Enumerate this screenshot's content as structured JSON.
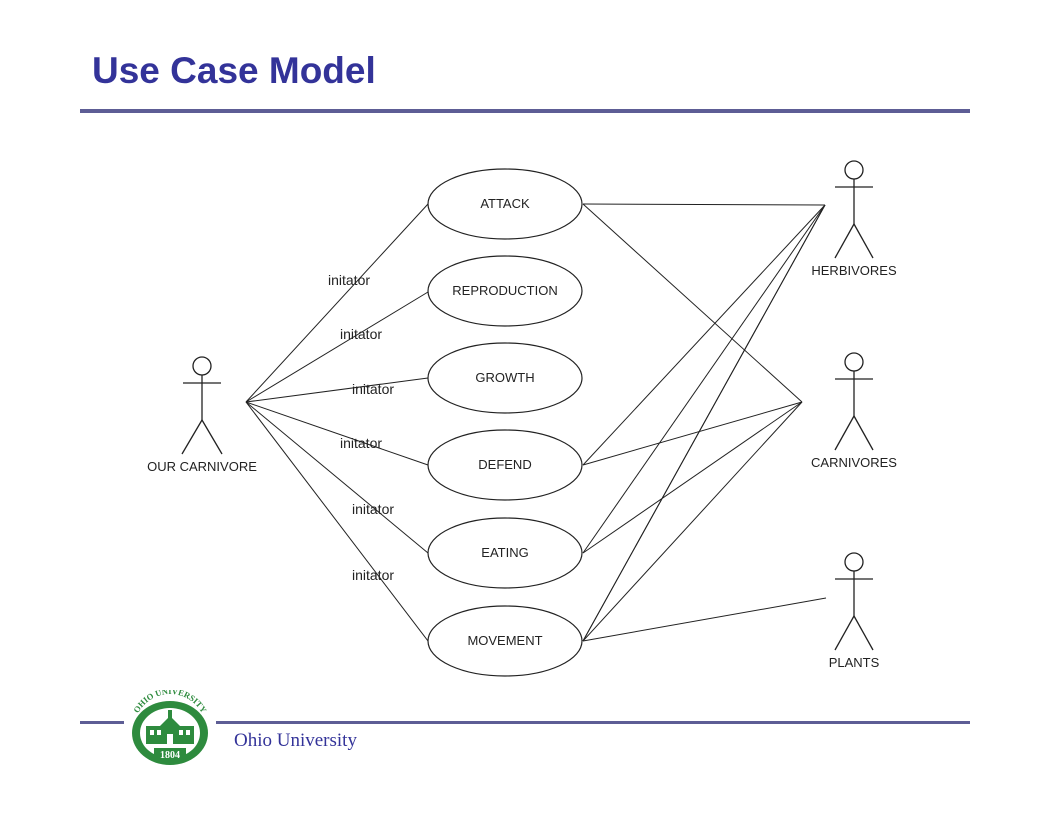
{
  "slide": {
    "title": "Use Case Model",
    "footer_text": "Ohio University"
  },
  "logo": {
    "arc_text": "OHIO UNIVERSITY",
    "year": "1804",
    "color": "#2e8b3e"
  },
  "colors": {
    "title": "#333399",
    "rule": "#5d5d95",
    "line": "#222222"
  },
  "diagram": {
    "use_cases": [
      {
        "id": "attack",
        "label": "ATTACK"
      },
      {
        "id": "reproduction",
        "label": "REPRODUCTION"
      },
      {
        "id": "growth",
        "label": "GROWTH"
      },
      {
        "id": "defend",
        "label": "DEFEND"
      },
      {
        "id": "eating",
        "label": "EATING"
      },
      {
        "id": "movement",
        "label": "MOVEMENT"
      }
    ],
    "actors": [
      {
        "id": "our-carnivore",
        "label": "OUR CARNIVORE"
      },
      {
        "id": "herbivores",
        "label": "HERBIVORES"
      },
      {
        "id": "carnivores",
        "label": "CARNIVORES"
      },
      {
        "id": "plants",
        "label": "PLANTS"
      }
    ],
    "association_label": "initator",
    "initiator_labels": [
      "initator",
      "initator",
      "initator",
      "initator",
      "initator",
      "initator"
    ],
    "associations": [
      {
        "from": "our-carnivore",
        "to": "attack",
        "labeled": true
      },
      {
        "from": "our-carnivore",
        "to": "reproduction",
        "labeled": true
      },
      {
        "from": "our-carnivore",
        "to": "growth",
        "labeled": true
      },
      {
        "from": "our-carnivore",
        "to": "defend",
        "labeled": true
      },
      {
        "from": "our-carnivore",
        "to": "eating",
        "labeled": true
      },
      {
        "from": "our-carnivore",
        "to": "movement",
        "labeled": true
      },
      {
        "from": "attack",
        "to": "herbivores"
      },
      {
        "from": "attack",
        "to": "carnivores"
      },
      {
        "from": "defend",
        "to": "herbivores"
      },
      {
        "from": "defend",
        "to": "carnivores"
      },
      {
        "from": "eating",
        "to": "herbivores"
      },
      {
        "from": "eating",
        "to": "carnivores"
      },
      {
        "from": "movement",
        "to": "herbivores"
      },
      {
        "from": "movement",
        "to": "carnivores"
      },
      {
        "from": "movement",
        "to": "plants"
      },
      {
        "from": "movement",
        "to": "herbivores"
      }
    ]
  }
}
